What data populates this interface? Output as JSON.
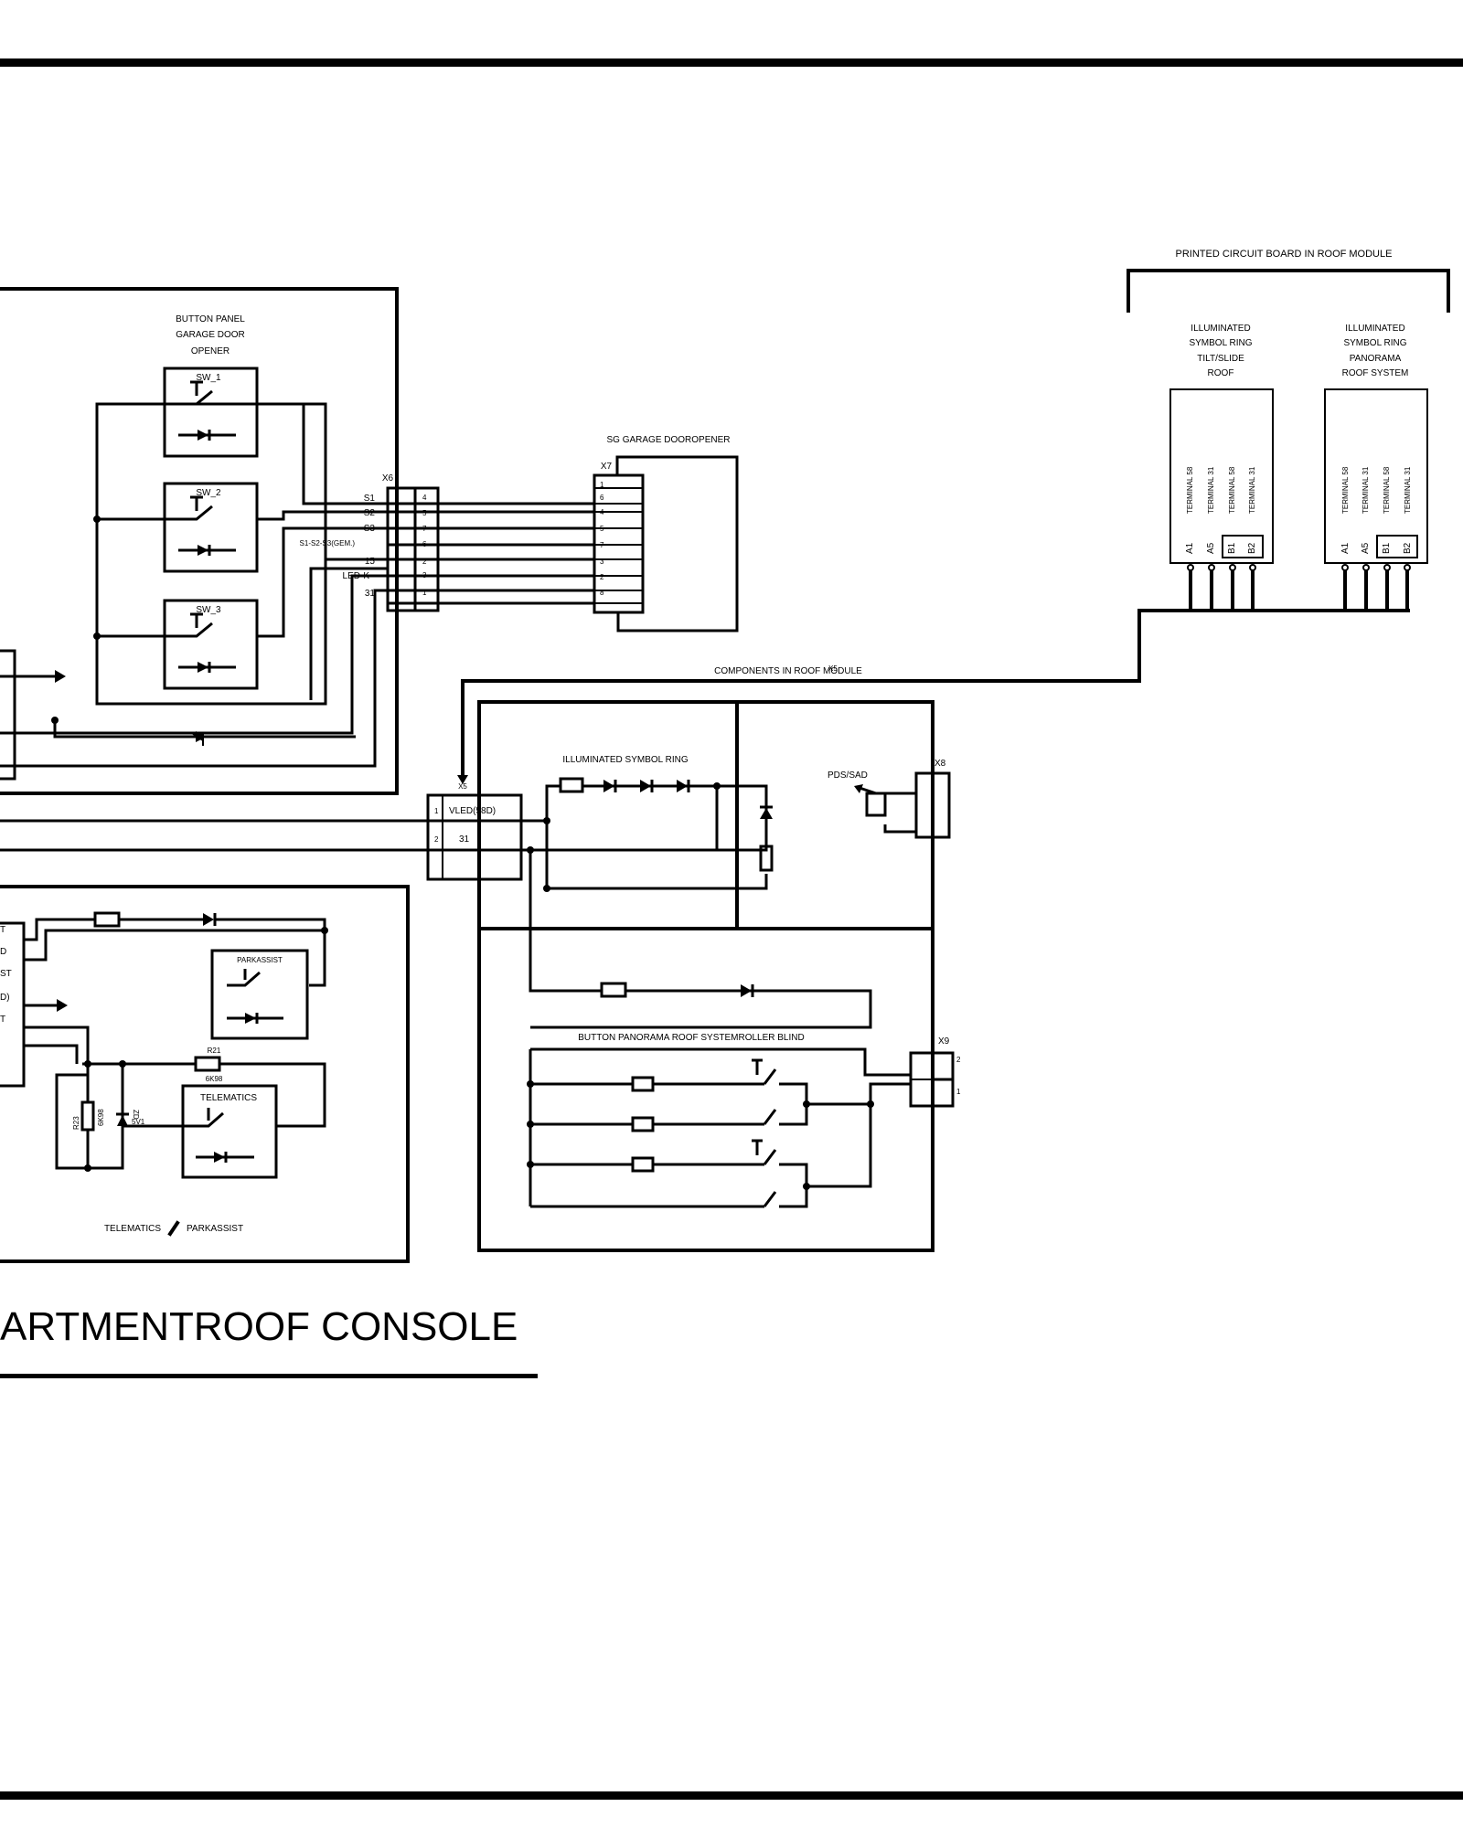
{
  "title": "ARTMENTROOF CONSOLE",
  "labels": {
    "pcb_roof": "PRINTED CIRCUIT BOARD IN ROOF MODULE",
    "ring_tilt": [
      "ILLUMINATED",
      "SYMBOL RING",
      "TILT/SLIDE",
      "ROOF"
    ],
    "ring_pano": [
      "ILLUMINATED",
      "SYMBOL RING",
      "PANORAMA",
      "ROOF SYSTEM"
    ],
    "terminals_tilt": [
      "TERMINAL 58",
      "TERMINAL 31",
      "TERMINAL 58",
      "TERMINAL 31"
    ],
    "terminals_pano": [
      "TERMINAL 58",
      "TERMINAL 31",
      "TERMINAL 58",
      "TERMINAL 31"
    ],
    "pins_tilt": [
      "A1",
      "A5",
      "B1",
      "B2"
    ],
    "pins_pano": [
      "A1",
      "A5",
      "B1",
      "B2"
    ],
    "button_panel": [
      "BUTTON PANEL",
      "GARAGE DOOR",
      "OPENER"
    ],
    "sw": [
      "SW_1",
      "SW_2",
      "SW_3"
    ],
    "sg_garage": "SG GARAGE DOOROPENER",
    "x6": "X6",
    "x7": "X7",
    "x6_signals": [
      "S1",
      "S2",
      "S3",
      "S1-S2-S3(GEM.)",
      "15",
      "LED-K",
      "31"
    ],
    "x6_pins": [
      "4",
      "5",
      "7",
      "6",
      "2",
      "3",
      "1"
    ],
    "x7_pins": [
      "1",
      "6",
      "4",
      "5",
      "7",
      "3",
      "2",
      "8"
    ],
    "components_roof": "COMPONENTS IN ROOF MODULE",
    "x5": "X5",
    "x5_top": "X5",
    "x5_pins": [
      "1",
      "2"
    ],
    "x5_signals": [
      "VLED(58D)",
      "31"
    ],
    "illum_ring": "ILLUMINATED SYMBOL RING",
    "pds_sad": "PDS/SAD",
    "x8": "X8",
    "x9": "X9",
    "x9_pins": [
      "2",
      "1"
    ],
    "button_pano": "BUTTON PANORAMA ROOF SYSTEMROLLER BLIND",
    "parkassist": "PARKASSIST",
    "telematics": "TELEMATICS",
    "r21": "R21",
    "r21_val": "6K98",
    "r23": "R23",
    "r23_val": "6K98",
    "zd": "ZD",
    "zd_val": "5V1",
    "tele_park_left": "TELEMATICS",
    "tele_park_right": "PARKASSIST",
    "left_cut": [
      "T",
      "D",
      "ST",
      "D)",
      "T"
    ]
  }
}
